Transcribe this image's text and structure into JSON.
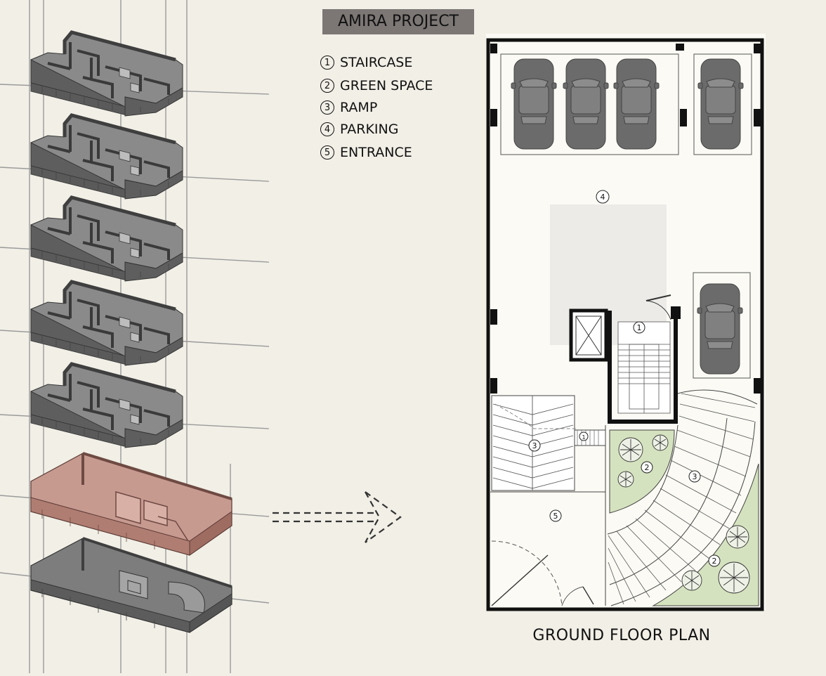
{
  "project_title": "AMIRA PROJECT",
  "legend": [
    {
      "num": "1",
      "label": "STAIRCASE"
    },
    {
      "num": "2",
      "label": "GREEN SPACE"
    },
    {
      "num": "3",
      "label": "RAMP"
    },
    {
      "num": "4",
      "label": "PARKING"
    },
    {
      "num": "5",
      "label": "ENTRANCE"
    }
  ],
  "plan_title": "GROUND FLOOR PLAN",
  "plan_markers": {
    "parking": "4",
    "staircase": "1",
    "ramp": "3",
    "green": "2",
    "entrance": "5"
  },
  "colors": {
    "floor": "#6a6a6a",
    "highlight": "#b78b80",
    "green": "#d5e2bf",
    "wall": "#111111",
    "paper": "#f1efe6"
  }
}
